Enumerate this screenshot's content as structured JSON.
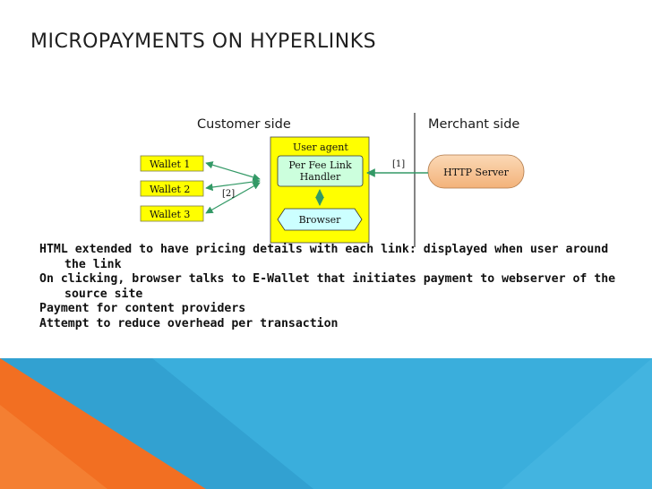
{
  "slide": {
    "title": "MICROPAYMENTS ON HYPERLINKS"
  },
  "diagram": {
    "customer_side_label": "Customer side",
    "merchant_side_label": "Merchant side",
    "wallets": [
      "Wallet  1",
      "Wallet  2",
      "Wallet  3"
    ],
    "user_agent_label": "User agent",
    "handler_line1": "Per Fee Link",
    "handler_line2": "Handler",
    "browser_label": "Browser",
    "http_server_label": "HTTP Server",
    "step1_label": "[1]",
    "step2_label": "[2]"
  },
  "bullets": [
    "HTML extended to have pricing details with each link: displayed when user around the link",
    "On clicking, browser talks to E-Wallet that  initiates payment to webserver of the source site",
    "Payment for content providers",
    "Attempt to reduce overhead per transaction"
  ],
  "colors": {
    "yellow": "#ffff00",
    "mint": "#ccffdd",
    "cyan_box": "#ccffff",
    "arrow_green": "#339966",
    "server_orange": "#f8c89a",
    "wedge_blue": "#3aaedc",
    "wedge_orange": "#f26f22"
  }
}
